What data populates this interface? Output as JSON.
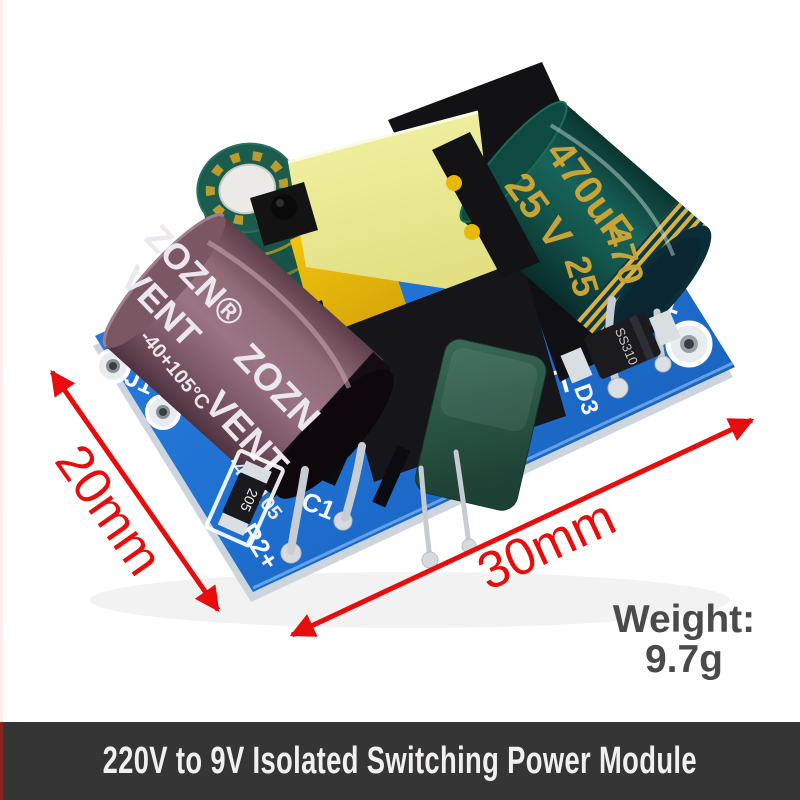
{
  "banner": {
    "title": "220V to 9V Isolated Switching Power Module",
    "background_color": "#353535",
    "text_color": "#f1efef"
  },
  "annotations": {
    "arrow_color": "#e80c0c",
    "board_length_label": "30mm",
    "board_width_label": "20mm",
    "weight_label": "Weight:",
    "weight_value": "9.7g",
    "weight_text_color": "#4a4a4a"
  },
  "pcb": {
    "solder_mask_color": "#1e6fd0",
    "silkscreen": {
      "j1": "J1",
      "c1": "C1",
      "r2": "R2+",
      "d3": "D3",
      "output_polarity": "+"
    }
  },
  "components": {
    "input_capacitor": {
      "body_color": "#8a6270",
      "brand": "ZOZN®",
      "vent_marking": "VENT",
      "temp_rating": "-40+105°C",
      "brand_repeat": "ZOZN",
      "vent_marking_repeat": "VENT",
      "temp_rating_repeat": "-40+105"
    },
    "output_capacitor": {
      "body_color": "#14554b",
      "marking_color": "#c8a437",
      "capacitance": "470uF",
      "voltage": "25 V",
      "capacitance_repeat": "470",
      "voltage_repeat": "25"
    },
    "smd_diode": {
      "marking": "SS310"
    },
    "smd_resistor": {
      "marking": "205"
    }
  }
}
